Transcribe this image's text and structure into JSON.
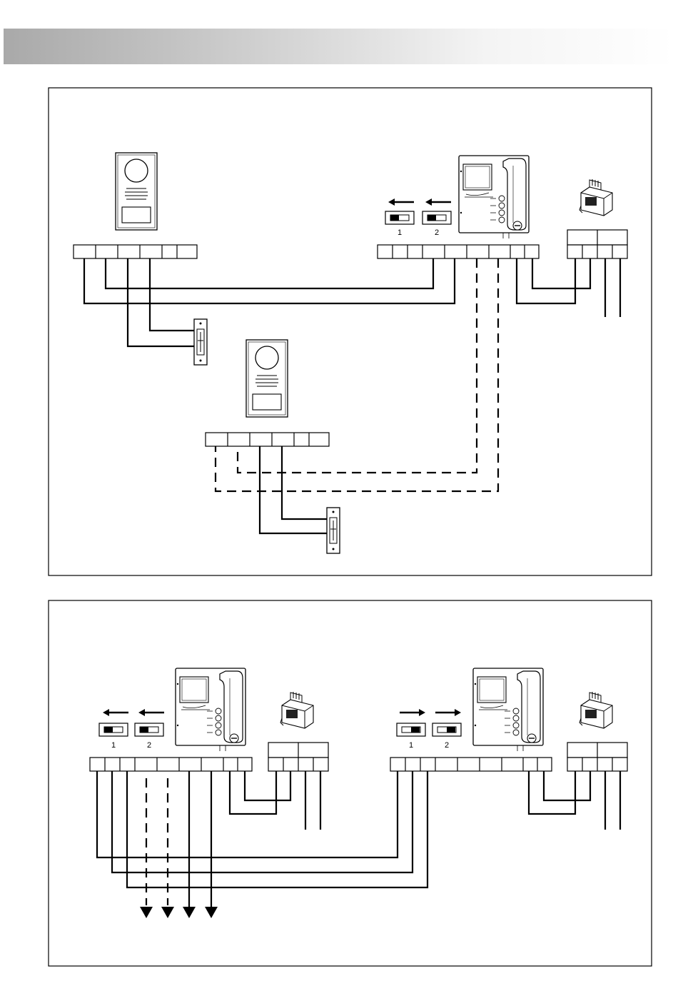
{
  "header_color": "#a9a9a9",
  "wire_color": "#000000",
  "upper_panel": {
    "switch_labels": [
      "1",
      "2"
    ],
    "switch_direction": "left"
  },
  "lower_panel": {
    "left_monitor": {
      "switch_labels": [
        "1",
        "2"
      ],
      "switch_direction": "left"
    },
    "right_monitor": {
      "switch_labels": [
        "1",
        "2"
      ],
      "switch_direction": "right"
    }
  }
}
